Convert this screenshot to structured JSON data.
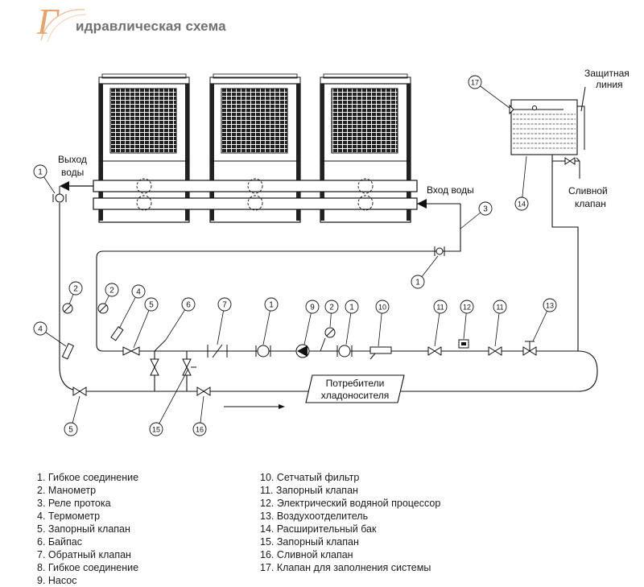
{
  "header": {
    "title_first_letter": "Г",
    "title_rest": "идравлическая схема"
  },
  "diagram": {
    "labels": {
      "water_out": [
        "Выход",
        "воды"
      ],
      "water_in": "Вход воды",
      "protective_line": [
        "Защитная",
        "линия"
      ],
      "drain_valve": [
        "Сливной",
        "клапан"
      ],
      "consumers": [
        "Потребители",
        "хладоносителя"
      ]
    },
    "callouts": [
      "1",
      "2",
      "3",
      "4",
      "5",
      "6",
      "7",
      "9",
      "10",
      "11",
      "12",
      "13",
      "14",
      "15",
      "16",
      "17"
    ]
  },
  "legend": {
    "left": [
      "1. Гибкое соединение",
      "2. Манометр",
      "3. Реле протока",
      "4. Термометр",
      "5. Запорный клапан",
      "6. Байпас",
      "7. Обратный клапан",
      "8. Гибкое соединение",
      "9. Насос"
    ],
    "right": [
      "10. Сетчатый фильтр",
      "11. Запорный клапан",
      "12. Электрический водяной процессор",
      "13. Воздухоотделитель",
      "14. Расширительный бак",
      "15. Запорный клапан",
      "16. Сливной клапан",
      "17. Клапан для заполнения системы"
    ]
  }
}
